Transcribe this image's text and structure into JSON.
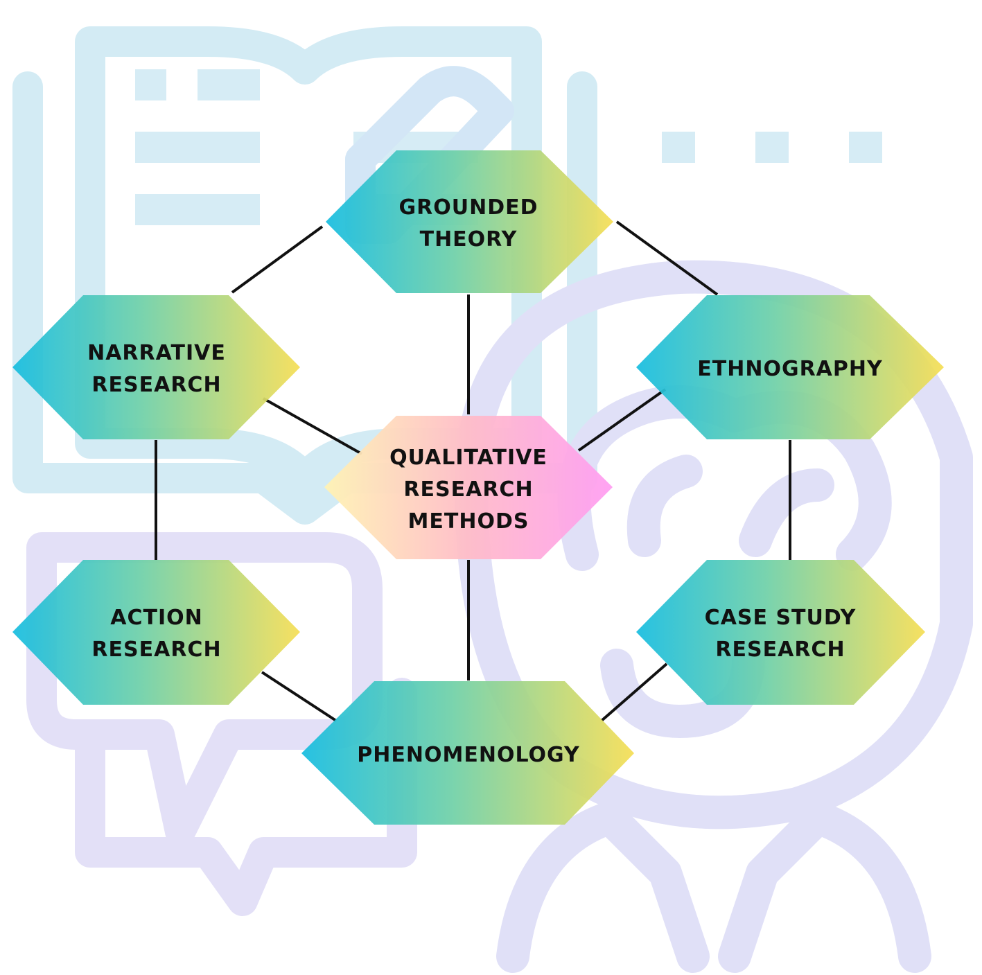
{
  "colors": {
    "node_gradient": [
      "#1bc3dc",
      "#7ad3a6",
      "#f3dd5c"
    ],
    "center_gradient": [
      "#fff0b0",
      "#ffb8c8",
      "#ff9af0"
    ],
    "line": "#111111",
    "bg_blue": "#cfeaf4",
    "bg_purple": "#e2dcf6"
  },
  "background_icons": [
    "open-book-icon",
    "pencil-icon",
    "speech-bubble-icon",
    "head-with-brain-icon"
  ],
  "center": {
    "lines": [
      "QUALITATIVE",
      "RESEARCH",
      "METHODS"
    ]
  },
  "nodes": {
    "grounded": {
      "lines": [
        "GROUNDED",
        "THEORY"
      ]
    },
    "narrative": {
      "lines": [
        "NARRATIVE",
        "RESEARCH"
      ]
    },
    "ethnography": {
      "lines": [
        "ETHNOGRAPHY"
      ]
    },
    "action": {
      "lines": [
        "ACTION",
        "RESEARCH"
      ]
    },
    "casestudy": {
      "lines": [
        "CASE STUDY",
        "RESEARCH"
      ]
    },
    "phenomenology": {
      "lines": [
        "PHENOMENOLOGY"
      ]
    }
  }
}
